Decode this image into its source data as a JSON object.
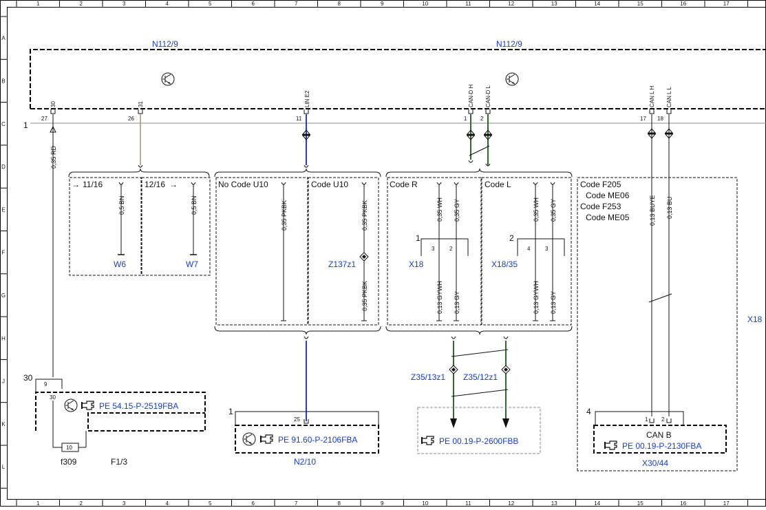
{
  "frame": {
    "columns": [
      "1",
      "2",
      "3",
      "4",
      "5",
      "6",
      "7",
      "8",
      "9",
      "10",
      "11",
      "12",
      "13",
      "14",
      "15",
      "16",
      "17"
    ],
    "rows": [
      "A",
      "B",
      "C",
      "D",
      "E",
      "F",
      "G",
      "H",
      "J",
      "K",
      "L"
    ]
  },
  "modules": {
    "left_title": "N112/9",
    "right_title": "N112/9",
    "rail_number": "1"
  },
  "pins": [
    {
      "num": "27",
      "name": "30"
    },
    {
      "num": "26",
      "name": "31"
    },
    {
      "num": "11",
      "name": "LIN E2"
    },
    {
      "num": "1",
      "name": "CAN-D H"
    },
    {
      "num": "2",
      "name": "CAN-D L"
    },
    {
      "num": "17",
      "name": "CAN L H"
    },
    {
      "num": "18",
      "name": "CAN L L"
    }
  ],
  "wires": {
    "w27": "0,35 RD",
    "w6": "0,5 BN",
    "w7": "0,5 BN",
    "nocode_u10": "0,35 PKBK",
    "code_u10_top": "0,35 PKBK",
    "code_u10_bottom": "0,35 PKBK",
    "r_wh": "0,35 WH",
    "r_gy": "0,35 GY",
    "r_gywh": "0,13 GYWH",
    "r_gy2": "0,13 GY",
    "l_wh": "0,35 WH",
    "l_gy": "0,35 GY",
    "l_gywh": "0,13 GYWH",
    "l_gy2": "0,13 GY",
    "buye": "0,13 BUYE",
    "bu": "0,13 BU"
  },
  "boxes": {
    "ref_1116": "11/16",
    "ref_1216": "12/16",
    "no_code_u10": "No Code U10",
    "code_u10": "Code U10",
    "code_r": "Code R",
    "code_l": "Code L",
    "code_f205": "Code F205",
    "code_me06": "Code ME06",
    "code_f253": "Code F253",
    "code_me05": "Code ME05"
  },
  "components": {
    "w6": "W6",
    "w7": "W7",
    "z137z1": "Z137z1",
    "x18": "X18",
    "x18_35": "X18/35",
    "x18_cut": "X18",
    "z35_13z1": "Z35/13z1",
    "z35_12z1": "Z35/12z1",
    "n2_10": "N2/10",
    "x30_44": "X30/44",
    "can_b": "CAN B",
    "f309": "f309",
    "f1_3": "F1/3",
    "fuse_value": "10"
  },
  "connectors": {
    "x18_num": "1",
    "x18_pin_a": "3",
    "x18_pin_b": "2",
    "x1835_num": "2",
    "x1835_pin_a": "4",
    "x1835_pin_b": "3",
    "j30_label": "30",
    "j30_pin": "9",
    "f1_pin": "30",
    "n210_num": "1",
    "n210_pin": "25",
    "x3044_num": "4",
    "x3044_pin_a": "1",
    "x3044_pin_b": "2"
  },
  "references": {
    "pe_f1": "PE 54.15-P-2519FBA",
    "pe_n210": "PE 91.60-P-2106FBA",
    "pe_z35": "PE 00.19-P-2600FBB",
    "pe_x3044": "PE 00.19-P-2130FBA"
  },
  "colors": {
    "blue_text": "#1a3fb8",
    "wire_blue": "#1f3fc8",
    "wire_green": "#2d6b2d",
    "wire_brown": "#b08a74",
    "grey_box": "#888888"
  }
}
